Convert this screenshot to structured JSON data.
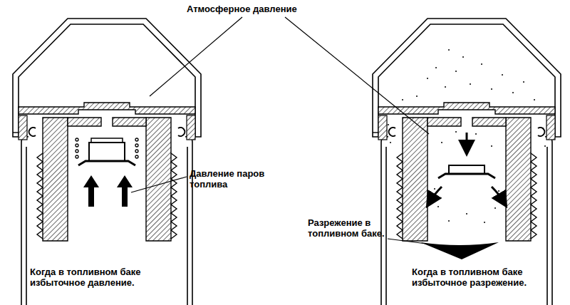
{
  "diagram": {
    "labels": [
      "Атмосферное давление",
      "Давление паров топлива",
      "Разрежение в топливном баке.",
      "Когда в топливном баке избыточное давление.",
      "Когда в топливном баке избыточное разрежение."
    ]
  }
}
